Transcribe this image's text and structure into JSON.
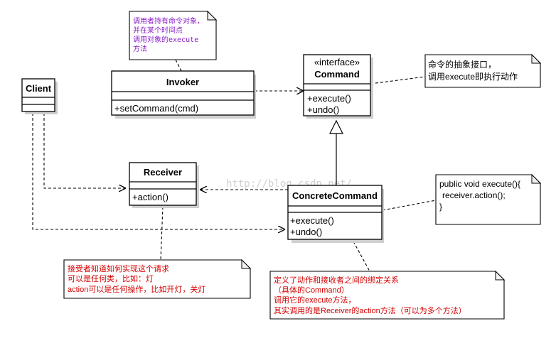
{
  "watermark": "http://blog.csdn.net/",
  "classes": {
    "client": {
      "name": "Client"
    },
    "invoker": {
      "name": "Invoker",
      "ops": [
        "+setCommand(cmd)"
      ]
    },
    "command": {
      "stereotype": "«interface»",
      "name": "Command",
      "ops": [
        "+execute()",
        "+undo()"
      ]
    },
    "receiver": {
      "name": "Receiver",
      "ops": [
        "+action()"
      ]
    },
    "concrete": {
      "name": "ConcreteCommand",
      "ops": [
        "+execute()",
        "+undo()"
      ]
    }
  },
  "notes": {
    "invoker": [
      "调用者持有命令对象，",
      "并在某个时间点",
      "调用对象的execute",
      "方法"
    ],
    "command": [
      "命令的抽象接口，",
      "调用execute即执行动作"
    ],
    "code": [
      "public void execute(){",
      "receiver.action();",
      "}"
    ],
    "receiver": [
      "接受者知道如何实现这个请求",
      "可以是任何类，比如：灯",
      "action可以是任何操作，比如开灯，关灯"
    ],
    "concrete": [
      "定义了动作和接收者之间的绑定关系",
      "（具体的Command）",
      "调用它的execute方法，",
      "其实调用的是Receiver的action方法（可以为多个方法）"
    ]
  },
  "colors": {
    "note_purple": "#8a1ec8",
    "note_red": "#d40000",
    "line": "#000000"
  }
}
